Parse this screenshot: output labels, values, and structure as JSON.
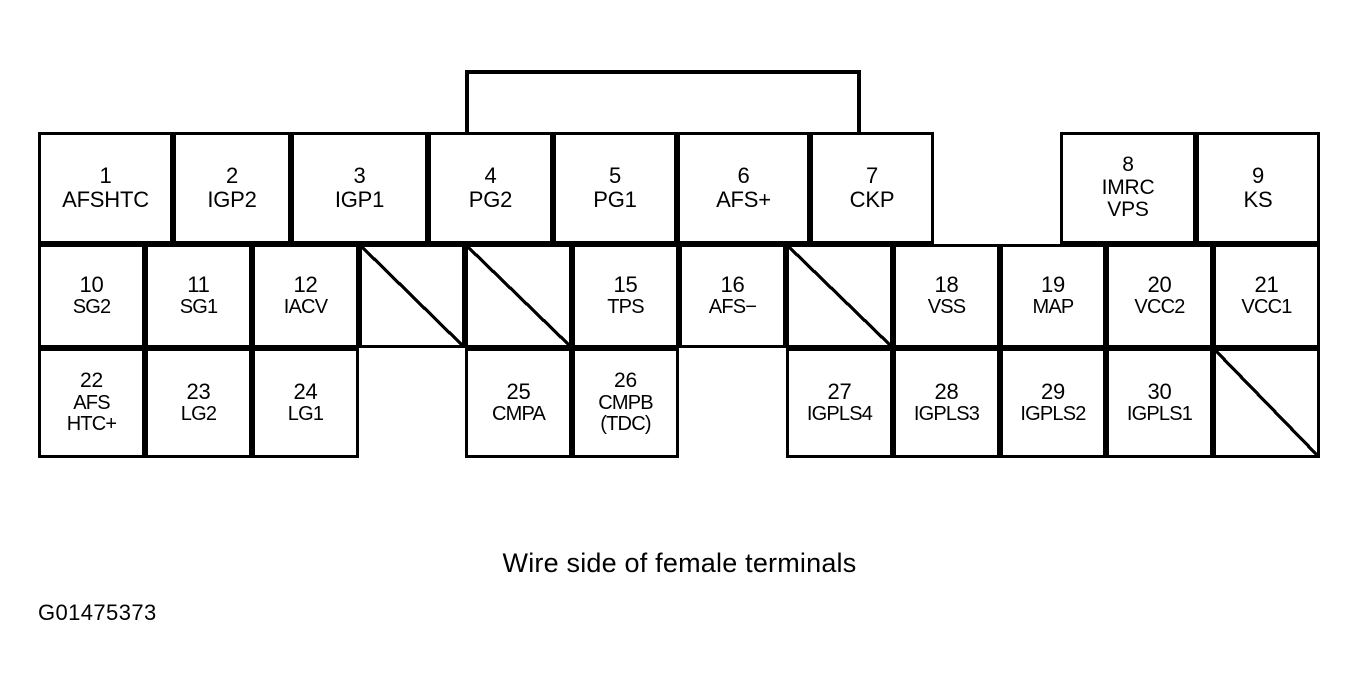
{
  "diagram": {
    "caption": "Wire side of female terminals",
    "reference_code": "G01475373",
    "line_color": "#000000",
    "background_color": "#ffffff",
    "rows": {
      "top": [
        {
          "pin": "1",
          "label": "AFSHTC",
          "type": "pin"
        },
        {
          "pin": "2",
          "label": "IGP2",
          "type": "pin"
        },
        {
          "pin": "3",
          "label": "IGP1",
          "type": "pin"
        },
        {
          "pin": "4",
          "label": "PG2",
          "type": "pin"
        },
        {
          "pin": "5",
          "label": "PG1",
          "type": "pin"
        },
        {
          "pin": "6",
          "label": "AFS+",
          "type": "pin"
        },
        {
          "pin": "7",
          "label": "CKP",
          "type": "pin"
        },
        {
          "pin": "",
          "label": "",
          "type": "gap"
        },
        {
          "pin": "8",
          "label": "IMRC",
          "label2": "VPS",
          "type": "pin"
        },
        {
          "pin": "9",
          "label": "KS",
          "type": "pin"
        }
      ],
      "middle": [
        {
          "pin": "10",
          "label": "SG2",
          "type": "pin"
        },
        {
          "pin": "11",
          "label": "SG1",
          "type": "pin"
        },
        {
          "pin": "12",
          "label": "IACV",
          "type": "pin"
        },
        {
          "pin": "",
          "label": "",
          "type": "blank"
        },
        {
          "pin": "",
          "label": "",
          "type": "blank"
        },
        {
          "pin": "15",
          "label": "TPS",
          "type": "pin"
        },
        {
          "pin": "16",
          "label": "AFS−",
          "type": "pin"
        },
        {
          "pin": "",
          "label": "",
          "type": "blank"
        },
        {
          "pin": "18",
          "label": "VSS",
          "type": "pin"
        },
        {
          "pin": "19",
          "label": "MAP",
          "type": "pin"
        },
        {
          "pin": "20",
          "label": "VCC2",
          "type": "pin"
        },
        {
          "pin": "21",
          "label": "VCC1",
          "type": "pin"
        }
      ],
      "bottom": [
        {
          "pin": "22",
          "label": "AFS",
          "label2": "HTC+",
          "type": "pin"
        },
        {
          "pin": "23",
          "label": "LG2",
          "type": "pin"
        },
        {
          "pin": "24",
          "label": "LG1",
          "type": "pin"
        },
        {
          "pin": "",
          "label": "",
          "type": "gap"
        },
        {
          "pin": "25",
          "label": "CMPA",
          "type": "pin"
        },
        {
          "pin": "26",
          "label": "CMPB",
          "label2": "(TDC)",
          "type": "pin"
        },
        {
          "pin": "",
          "label": "",
          "type": "gap"
        },
        {
          "pin": "27",
          "label": "IGPLS4",
          "type": "pin"
        },
        {
          "pin": "28",
          "label": "IGPLS3",
          "type": "pin"
        },
        {
          "pin": "29",
          "label": "IGPLS2",
          "type": "pin"
        },
        {
          "pin": "30",
          "label": "IGPLS1",
          "type": "pin"
        },
        {
          "pin": "",
          "label": "",
          "type": "blank"
        }
      ]
    },
    "lock_tab": {
      "name": "locking-tab"
    }
  }
}
